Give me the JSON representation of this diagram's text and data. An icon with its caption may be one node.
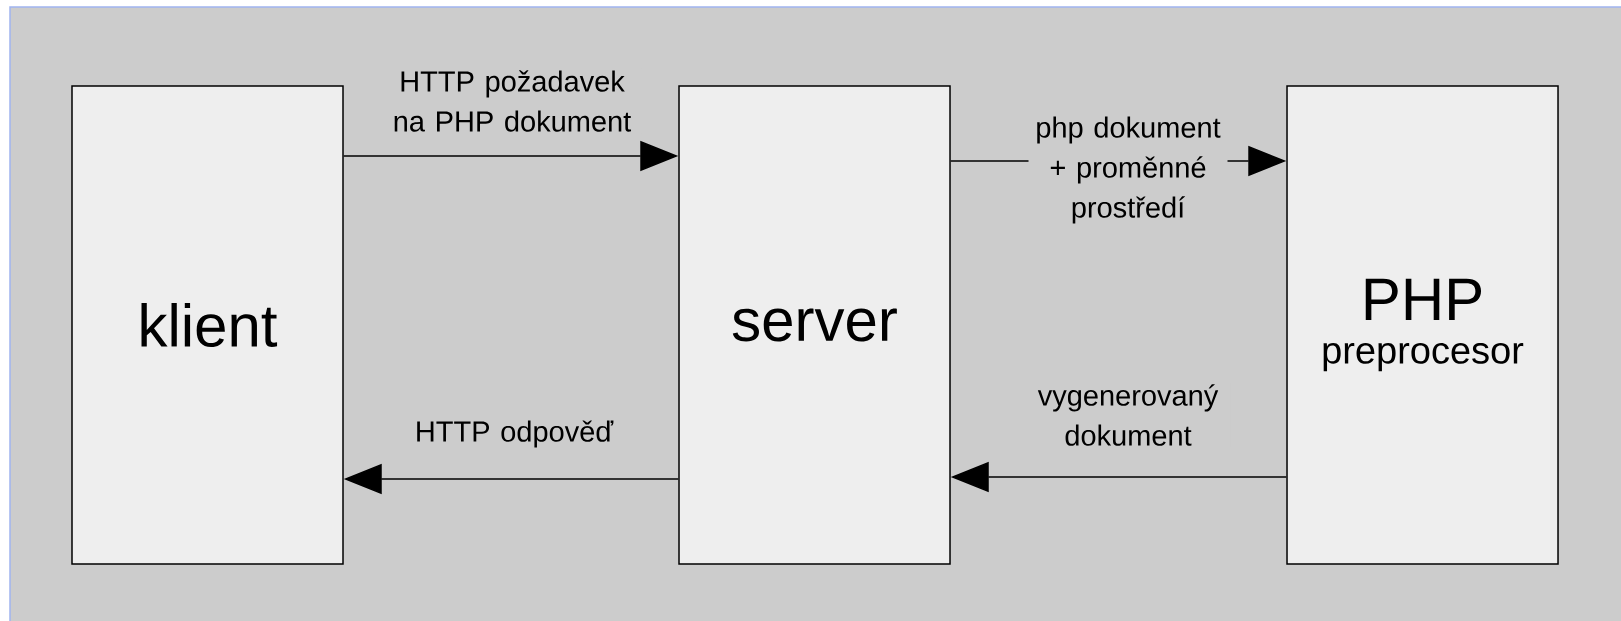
{
  "diagram": {
    "nodes": [
      {
        "text": [
          "klient"
        ]
      },
      {
        "text": [
          "server"
        ]
      },
      {
        "text": [
          "PHP",
          "preprocesor"
        ]
      }
    ],
    "edges": [
      {
        "from": 0,
        "to": 1,
        "arrow": "to",
        "label": "HTTP požadavek na PHP dokument"
      },
      {
        "from": 1,
        "to": 2,
        "arrow": "to",
        "label": "php dokument + proměnné prostředí"
      },
      {
        "from": 2,
        "to": 1,
        "arrow": "to",
        "label": "vygenerovaný dokument"
      },
      {
        "from": 1,
        "to": 0,
        "arrow": "to",
        "label": "HTTP odpověď"
      }
    ]
  }
}
